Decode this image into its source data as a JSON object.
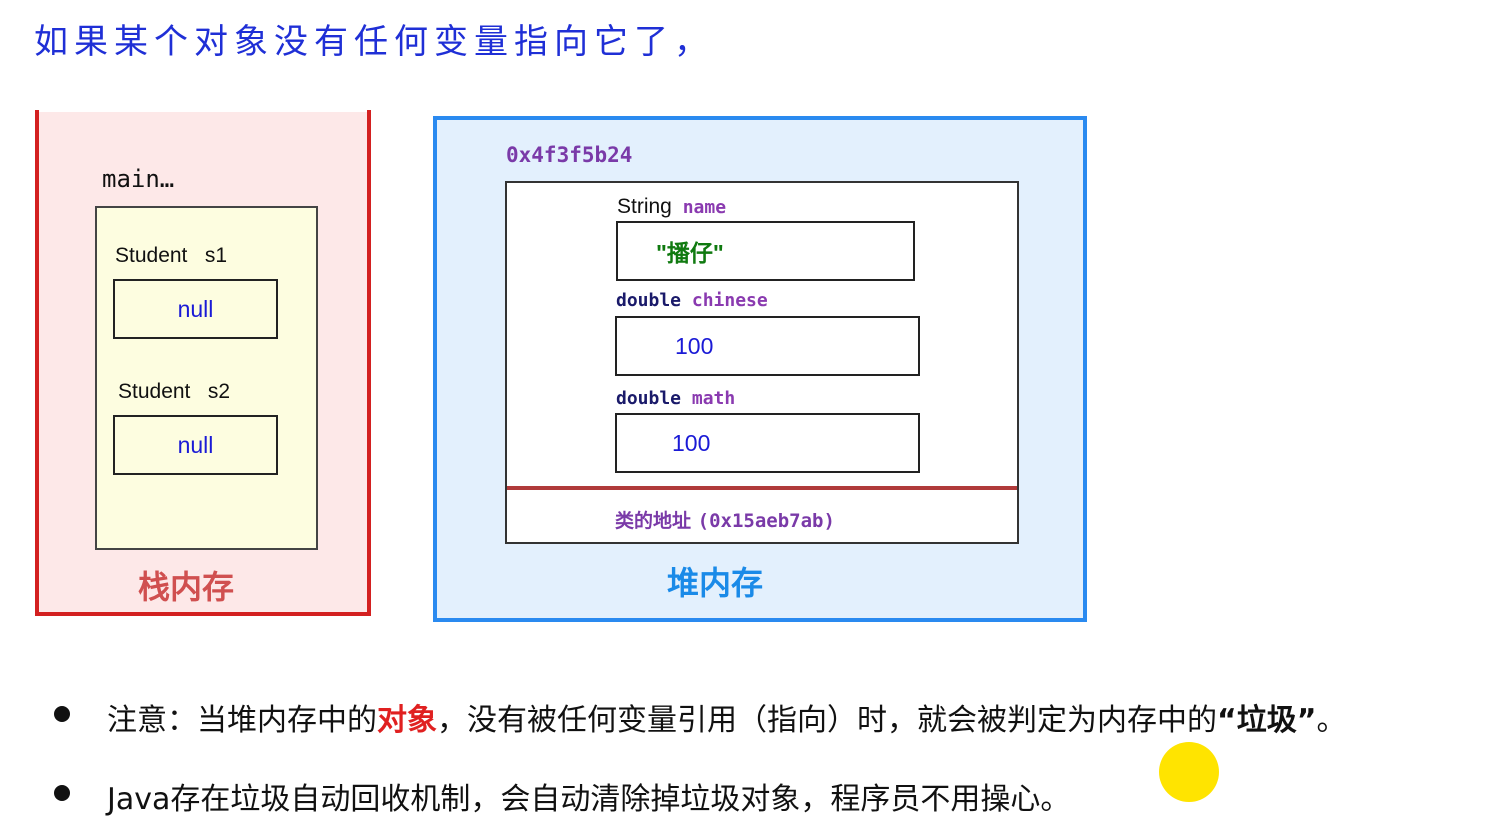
{
  "title": "如果某个对象没有任何变量指向它了，",
  "stack": {
    "method_label": "main…",
    "variables": [
      {
        "type": "Student",
        "name": "s1",
        "value": "null"
      },
      {
        "type": "Student",
        "name": "s2",
        "value": "null"
      }
    ],
    "label": "栈内存"
  },
  "heap": {
    "object_address": "0x4f3f5b24",
    "fields": [
      {
        "type": "String",
        "name": "name",
        "value": "\"播仔\""
      },
      {
        "type": "double",
        "name": "chinese",
        "value": "100"
      },
      {
        "type": "double",
        "name": "math",
        "value": "100"
      }
    ],
    "class_address_label": "类的地址",
    "class_address": "(0x15aeb7ab)",
    "label": "堆内存"
  },
  "notes": {
    "note1": {
      "part1": "注意：当堆内存中的",
      "highlight": "对象",
      "part2": "，没有被任何变量引用（指向）时，就会被判定为内存中的",
      "quoted": "“垃圾”",
      "part3": "。"
    },
    "note2": "Java存在垃圾自动回收机制，会自动清除掉垃圾对象，程序员不用操心。"
  },
  "colors": {
    "stack_border": "#d32020",
    "stack_bg": "#fde8e8",
    "heap_border": "#2a8af0",
    "heap_bg": "#e3f0fd",
    "highlight": "#e02020",
    "cursor": "#ffe400"
  }
}
